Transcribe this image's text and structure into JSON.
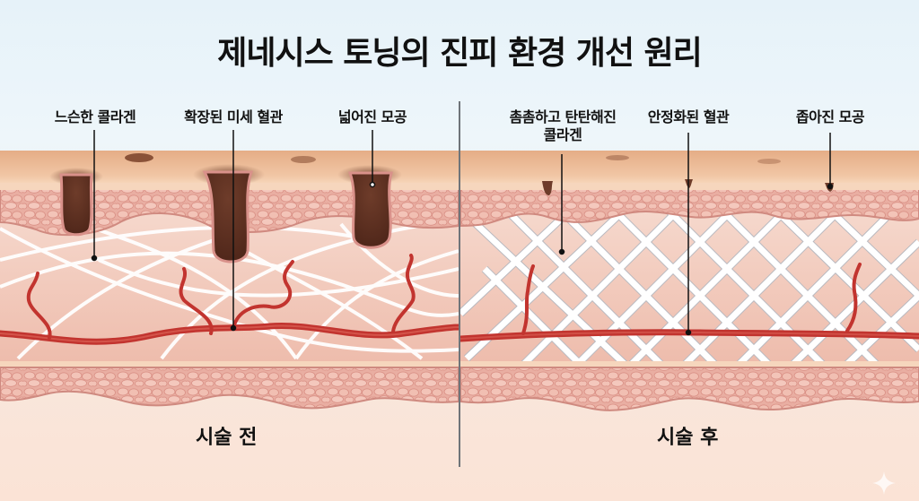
{
  "title": "제네시스 토닝의 진피 환경 개선 원리",
  "before": {
    "caption": "시술 전",
    "labels": {
      "collagen": "느슨한 콜라겐",
      "vessels": "확장된 미세 혈관",
      "pores": "넓어진 모공"
    }
  },
  "after": {
    "caption": "시술 후",
    "labels": {
      "collagen_line1": "촘촘하고 탄탄해진",
      "collagen_line2": "콜라겐",
      "vessels": "안정화된 혈관",
      "pores": "좁아진 모공"
    }
  },
  "icons": {
    "watermark": "sparkle-icon"
  },
  "colors": {
    "epidermis_top": "#e8b58f",
    "epidermis_light": "#f6d3b6",
    "cell_layer": "#eab0a4",
    "cell_border": "#d58a7f",
    "dermis": "#f3c9bb",
    "collagen": "#ffffff",
    "vessel": "#c2342f",
    "pore": "#5e3324",
    "divider": "#6f7479"
  }
}
